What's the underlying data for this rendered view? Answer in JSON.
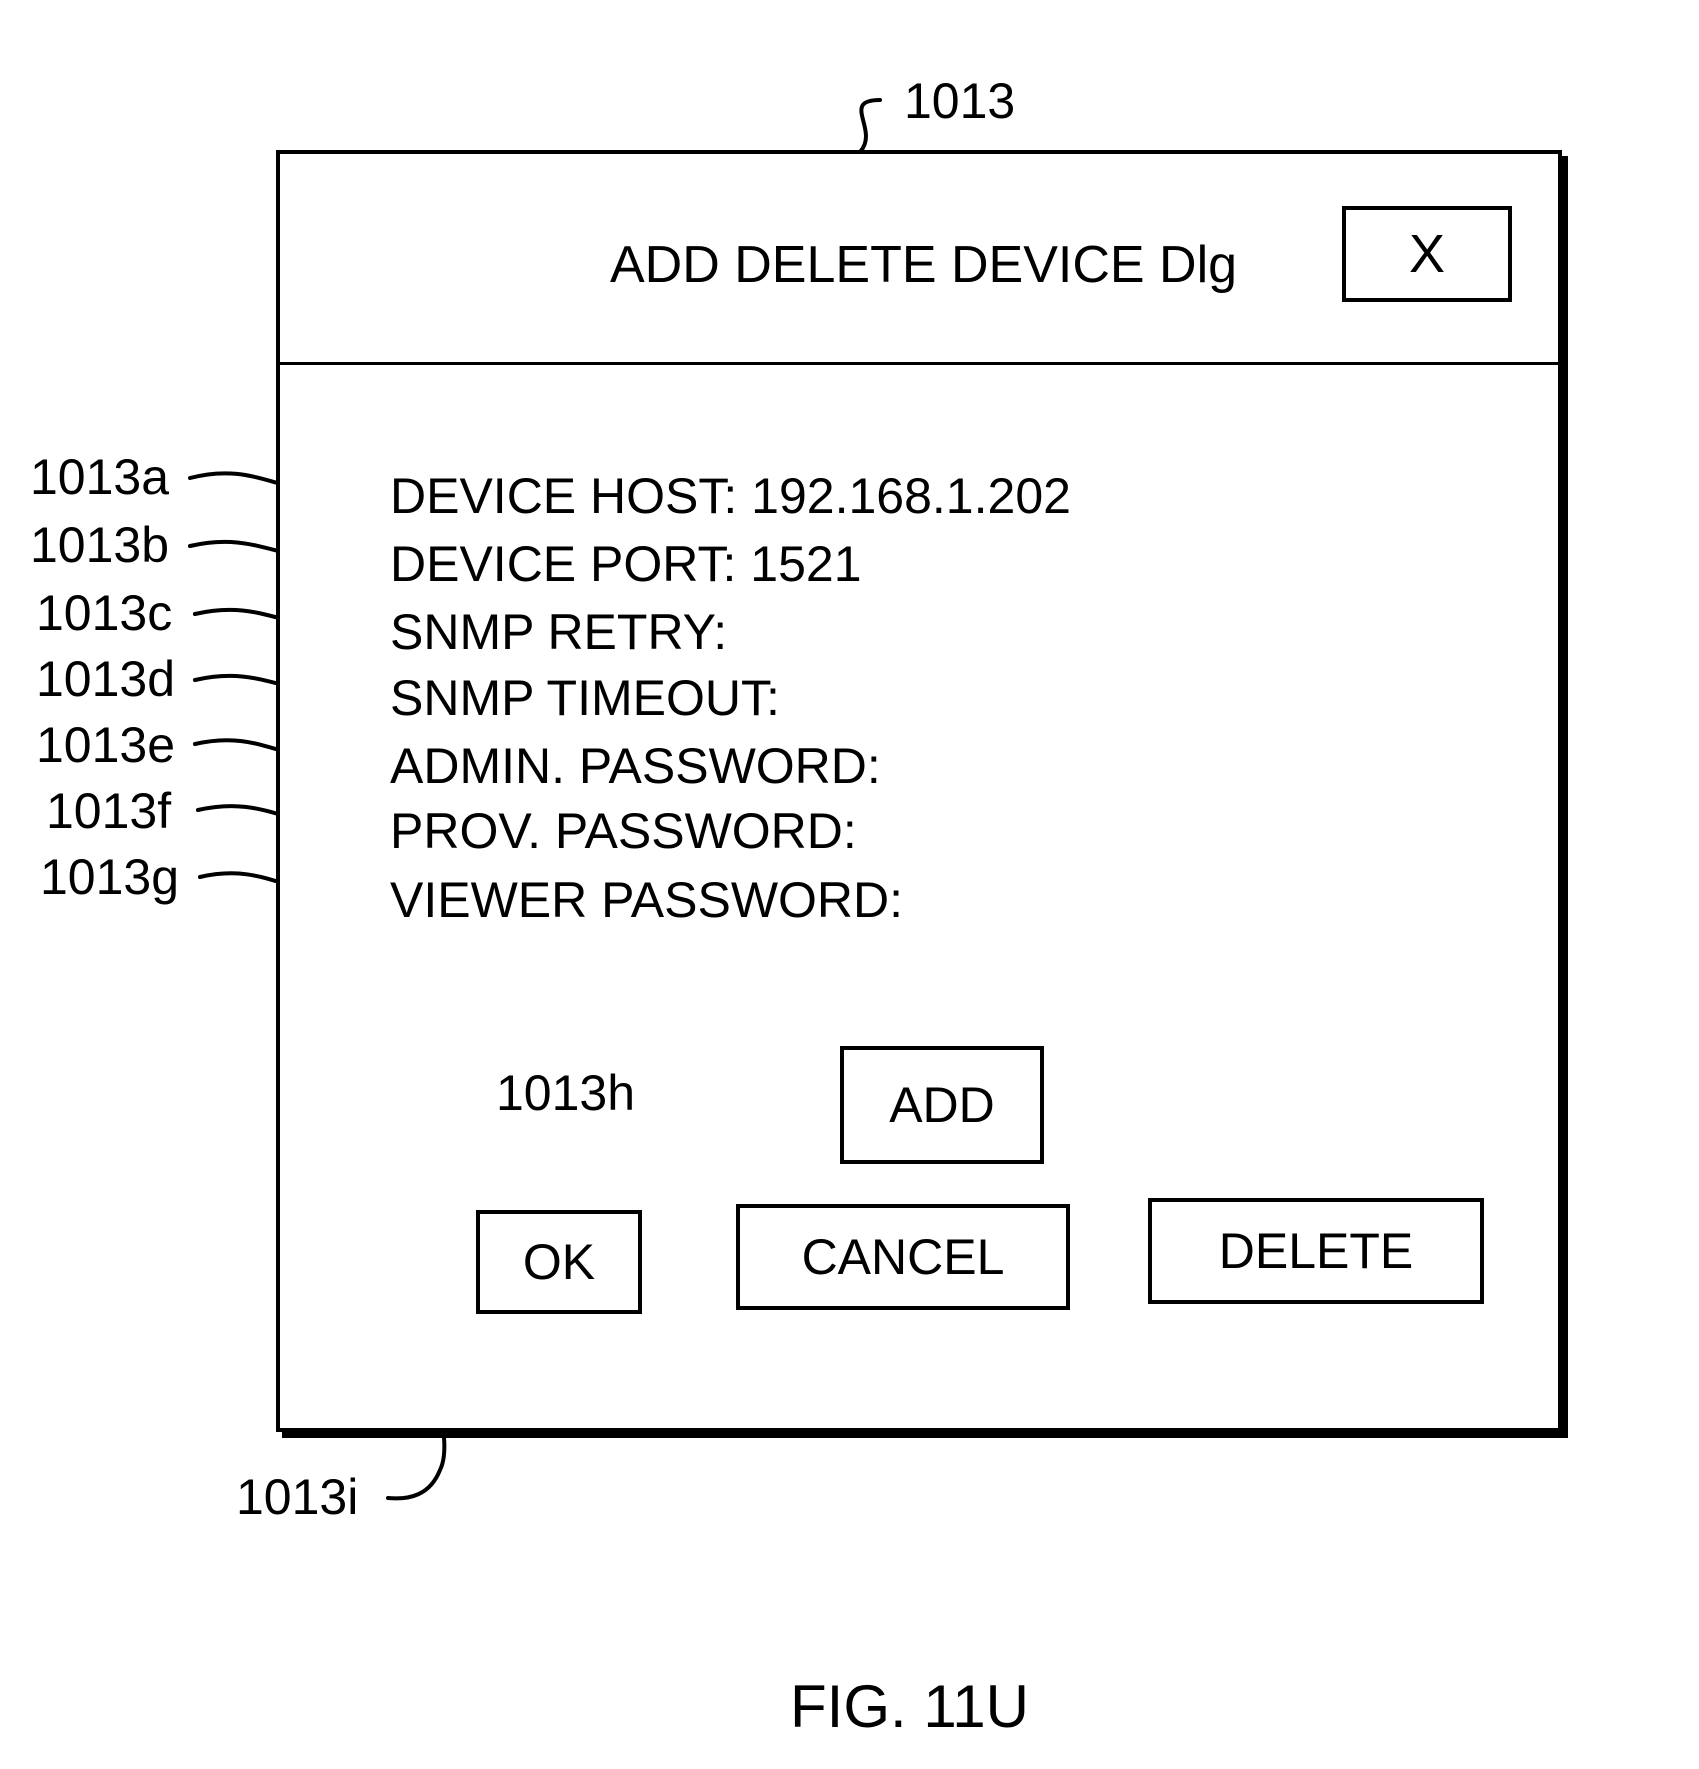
{
  "figure": {
    "label": "FIG. 11U"
  },
  "dialog": {
    "ref": "1013",
    "title": "ADD DELETE DEVICE Dlg",
    "close_label": "X",
    "fields": [
      {
        "ref": "1013a",
        "label": "DEVICE HOST: 192.168.1.202"
      },
      {
        "ref": "1013b",
        "label": "DEVICE PORT: 1521"
      },
      {
        "ref": "1013c",
        "label": "SNMP RETRY:"
      },
      {
        "ref": "1013d",
        "label": "SNMP TIMEOUT:"
      },
      {
        "ref": "1013e",
        "label": "ADMIN. PASSWORD:"
      },
      {
        "ref": "1013f",
        "label": "PROV. PASSWORD:"
      },
      {
        "ref": "1013g",
        "label": "VIEWER PASSWORD:"
      }
    ],
    "add": {
      "ref": "1013h",
      "label": "ADD"
    },
    "ok": {
      "ref": "1013i",
      "label": "OK"
    },
    "cancel": {
      "label": "CANCEL"
    },
    "delete": {
      "label": "DELETE"
    }
  }
}
